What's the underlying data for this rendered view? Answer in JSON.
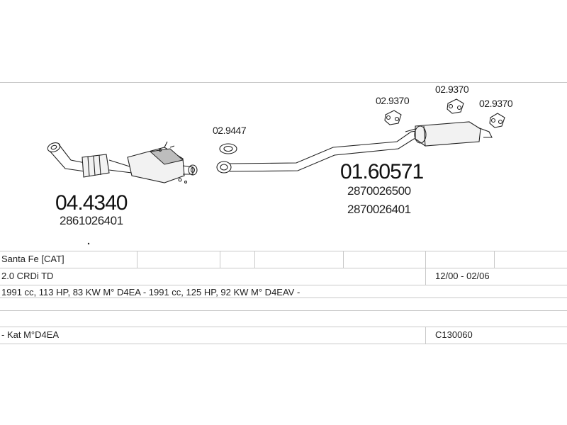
{
  "parts": {
    "hanger_left": "02.9370",
    "hanger_mid": "02.9370",
    "hanger_right": "02.9370",
    "gasket": "02.9447",
    "front_pipe_number": "04.4340",
    "front_pipe_oe": [
      "2861026401"
    ],
    "rear_silencer_number": "01.60571",
    "rear_silencer_oe": [
      "2870026500",
      "2870026401"
    ]
  },
  "table": {
    "model": "Santa Fe  [CAT]",
    "engine": "2.0 CRDi TD",
    "years": "12/00 - 02/06",
    "specs": "1991 cc, 113 HP, 83 KW M° D4EA - 1991 cc, 125 HP, 92 KW M° D4EAV -",
    "note": "- Kat M°D4EA",
    "code": "C130060"
  }
}
